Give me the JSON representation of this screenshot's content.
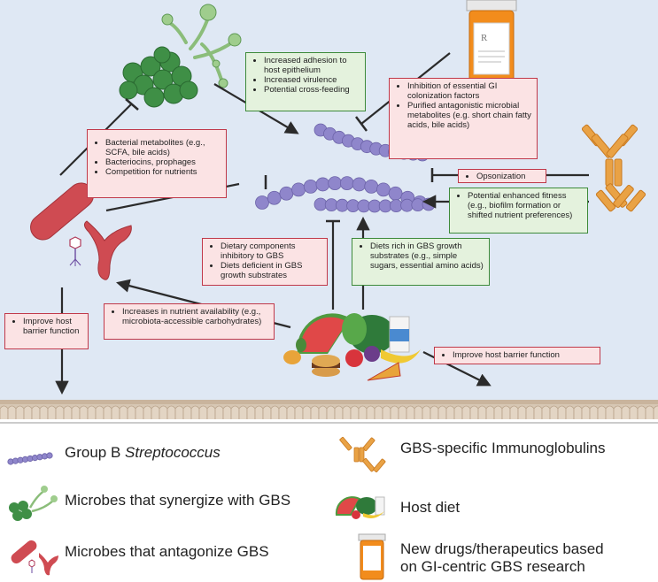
{
  "boxes": {
    "synergy": [
      "Increased adhesion to host epithelium",
      "Increased virulence",
      "Potential cross-feeding"
    ],
    "drugs": [
      "Inhibition of essential GI colonization factors",
      "Purified antagonistic microbial metabolites (e.g. short chain fatty acids, bile acids)"
    ],
    "antagonist": [
      "Bacterial metabolites (e.g., SCFA, bile acids)",
      "Bacteriocins, prophages",
      "Competition for nutrients"
    ],
    "opsonization": [
      "Opsonization"
    ],
    "fitness": [
      "Potential enhanced fitness (e.g., biofilm formation or shifted nutrient preferences)"
    ],
    "diet_inhibit": [
      "Dietary components inhibitory to GBS",
      "Diets deficient in GBS growth substrates"
    ],
    "diet_rich": [
      "Diets rich in GBS growth substrates (e.g., simple sugars, essential amino acids)"
    ],
    "nutrient": [
      "Increases in nutrient availability (e.g., microbiota-accessible carbohydrates)"
    ],
    "barrier_left": [
      "Improve host barrier function"
    ],
    "barrier_right": [
      "Improve host barrier function"
    ]
  },
  "legend": {
    "gbs": "Group B",
    "gbs_italic": "Streptococcus",
    "synergize": "Microbes that synergize with GBS",
    "antagonize": "Microbes that antagonize GBS",
    "immuno": "GBS-specific Immunoglobulins",
    "diet": "Host diet",
    "drugs_line1": "New drugs/therapeutics based",
    "drugs_line2": "on GI-centric GBS research"
  },
  "pill_label": "R",
  "colors": {
    "background": "#dfe8f4",
    "gbs": "#8f86cb",
    "synergy": "#3f8f46",
    "antagonist": "#cf4b52",
    "antibody": "#e0973a",
    "pill": "#f28c1c",
    "red_border": "#c0394a",
    "green_border": "#3d8a3a",
    "epithelium": "#c9b49d"
  }
}
